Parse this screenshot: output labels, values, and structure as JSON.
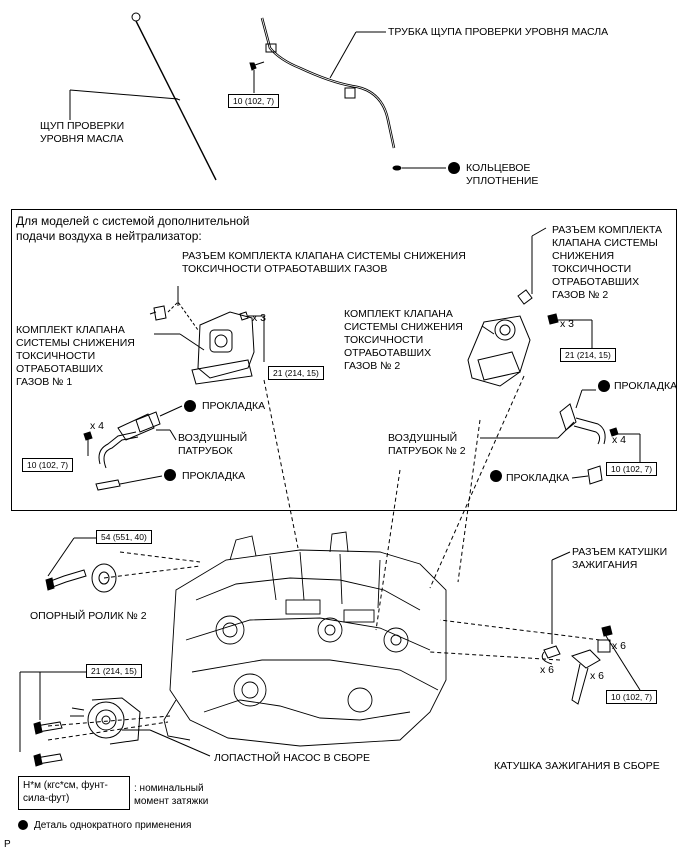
{
  "labels": {
    "dipstick": "ЩУП ПРОВЕРКИ\nУРОВНЯ МАСЛА",
    "dipstick_tube": "ТРУБКА ЩУПА ПРОВЕРКИ УРОВНЯ МАСЛА",
    "o_ring": "КОЛЬЦЕВОЕ\nУПЛОТНЕНИЕ",
    "section_title": "Для моделей с системой дополнительной\nподачи воздуха в нейтрализатор:",
    "valve_connector_1": "РАЗЪЕМ КОМПЛЕКТА КЛАПАНА СИСТЕМЫ СНИЖЕНИЯ\nТОКСИЧНОСТИ ОТРАБОТАВШИХ ГАЗОВ",
    "valve_assembly_1": "КОМПЛЕКТ КЛАПАНА\nСИСТЕМЫ СНИЖЕНИЯ\nТОКСИЧНОСТИ\nОТРАБОТАВШИХ\nГАЗОВ № 1",
    "gasket_1": "ПРОКЛАДКА",
    "air_pipe_1": "ВОЗДУШНЫЙ\nПАТРУБОК",
    "gasket_2": "ПРОКЛАДКА",
    "valve_connector_2": "РАЗЪЕМ КОМПЛЕКТА\nКЛАПАНА СИСТЕМЫ\nСНИЖЕНИЯ\nТОКСИЧНОСТИ\nОТРАБОТАВШИХ\nГАЗОВ № 2",
    "valve_assembly_2": "КОМПЛЕКТ КЛАПАНА\nСИСТЕМЫ СНИЖЕНИЯ\nТОКСИЧНОСТИ\nОТРАБОТАВШИХ\nГАЗОВ № 2",
    "gasket_3": "ПРОКЛАДКА",
    "air_pipe_2": "ВОЗДУШНЫЙ\nПАТРУБОК № 2",
    "gasket_4": "ПРОКЛАДКА",
    "idler": "ОПОРНЫЙ РОЛИК № 2",
    "vane_pump": "ЛОПАСТНОЙ НАСОС В СБОРЕ",
    "coil_connector": "РАЗЪЕМ КАТУШКИ\nЗАЖИГАНИЯ",
    "ignition_coil": "КАТУШКА ЗАЖИГАНИЯ В СБОРЕ",
    "legend_torque_box": "Н*м (кгс*см, фунт-\nсила-фут)",
    "legend_torque_text": ": номинальный\nмомент затяжки",
    "legend_nonreusable": "Деталь однократного применения",
    "page_marker": "P"
  },
  "torque": {
    "dipstick_tube": "10 (102, 7)",
    "valve_1": "21 (214, 15)",
    "air_pipe_1": "10 (102, 7)",
    "valve_2": "21 (214, 15)",
    "air_pipe_2": "10 (102, 7)",
    "idler": "54 (551, 40)",
    "vane_pump": "21 (214, 15)",
    "ignition_coil": "10 (102, 7)"
  },
  "quantities": {
    "valve_1_bolts": "x 3",
    "air_pipe_1_bolts": "x 4",
    "valve_2_bolts": "x 3",
    "air_pipe_2_bolts": "x 4",
    "coil_connectors": "x 6",
    "coils": "x 6",
    "coil_bolts": "x 6"
  }
}
